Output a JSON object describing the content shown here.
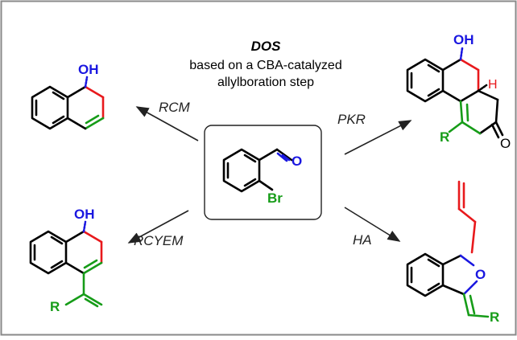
{
  "header": {
    "title": "DOS",
    "subtitle_line1": "based on a CBA-catalyzed",
    "subtitle_line2": "allylboration step"
  },
  "reactions": {
    "rcm": "RCM",
    "pkr": "PKR",
    "rcyem": "RCYEM",
    "ha": "HA"
  },
  "atoms": {
    "oh": "OH",
    "o": "O",
    "br": "Br",
    "h": "H",
    "r": "R"
  },
  "colors": {
    "red_bond": "#e8191c",
    "green_bond": "#169c18",
    "blue_atom": "#1a17e0",
    "frame": "#8a8a8a"
  }
}
